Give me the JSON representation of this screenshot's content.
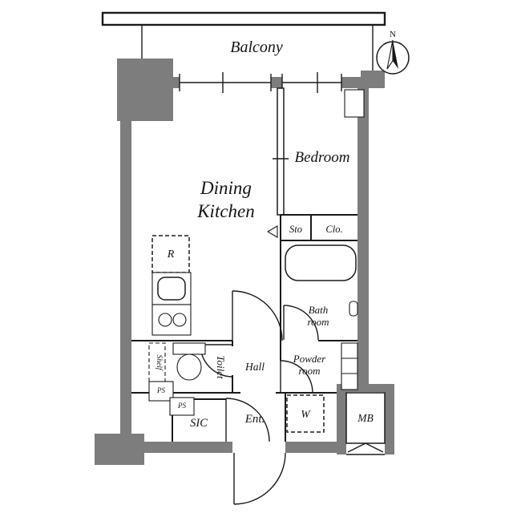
{
  "colors": {
    "wall": "#7d7d7d",
    "line": "#1b1b1b",
    "bg": "#ffffff"
  },
  "compass": {
    "north": "N"
  },
  "rooms": {
    "balcony": {
      "label": "Balcony"
    },
    "dining_kitchen": {
      "line1": "Dining",
      "line2": "Kitchen"
    },
    "bedroom": {
      "label": "Bedroom"
    },
    "storage": {
      "label": "Sto"
    },
    "closet": {
      "label": "Clo."
    },
    "bathroom": {
      "line1": "Bath",
      "line2": "room"
    },
    "powder_room": {
      "line1": "Powder",
      "line2": "room"
    },
    "toilet": {
      "label": "Toilet"
    },
    "hall": {
      "label": "Hall"
    },
    "entrance": {
      "label": "Ent."
    },
    "shoe_closet": {
      "label": "SIC"
    },
    "meter_box": {
      "label": "MB"
    }
  },
  "fixtures": {
    "washer_space": {
      "label": "W"
    },
    "refrigerator_space": {
      "label": "R"
    },
    "shelf": {
      "label": "Shelf"
    },
    "pipe_space_upper": {
      "label": "PS"
    },
    "pipe_space_lower": {
      "label": "PS"
    }
  }
}
